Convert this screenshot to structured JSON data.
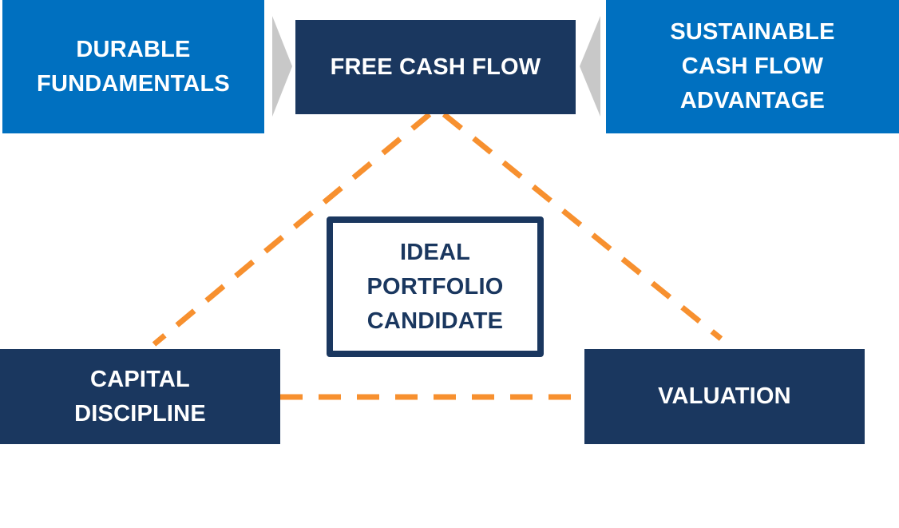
{
  "diagram": {
    "colors": {
      "primary_blue": "#0070c0",
      "navy": "#1a375f",
      "connector_orange": "#f7902f",
      "arrow_gray": "#c8c8c8"
    },
    "boxes": {
      "durable_fundamentals": "DURABLE\nFUNDAMENTALS",
      "free_cash_flow": "FREE CASH FLOW",
      "sustainable_cash_flow_advantage": "SUSTAINABLE\nCASH FLOW\nADVANTAGE",
      "ideal_portfolio_candidate": "IDEAL\nPORTFOLIO\nCANDIDATE",
      "capital_discipline": "CAPITAL\nDISCIPLINE",
      "valuation": "VALUATION"
    },
    "arrows": [
      {
        "from": "DURABLE FUNDAMENTALS",
        "to": "FREE CASH FLOW",
        "direction": "right"
      },
      {
        "from": "SUSTAINABLE CASH FLOW ADVANTAGE",
        "to": "FREE CASH FLOW",
        "direction": "left"
      }
    ],
    "connectors": [
      {
        "from": "FREE CASH FLOW",
        "to": "CAPITAL DISCIPLINE",
        "style": "dashed"
      },
      {
        "from": "FREE CASH FLOW",
        "to": "VALUATION",
        "style": "dashed"
      },
      {
        "from": "CAPITAL DISCIPLINE",
        "to": "VALUATION",
        "style": "dashed"
      }
    ]
  }
}
